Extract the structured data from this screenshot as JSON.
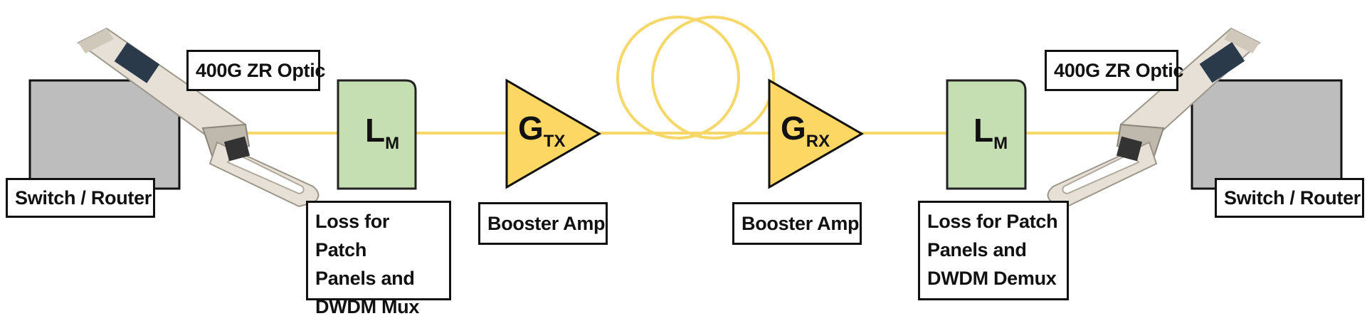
{
  "colors": {
    "fiber": "#f6d86a",
    "amp_fill": "#fdd764",
    "loss_fill": "#c6dfb2",
    "loss_stroke": "#222222",
    "switch_fill": "#bdbdbd",
    "optic_body": "#e6e0d6",
    "outline": "#111111"
  },
  "left": {
    "optic_label": "400G ZR Optic",
    "switch_label": "Switch / Router",
    "loss_symbol": "L",
    "loss_subscript": "M",
    "loss_label": [
      "Loss for Patch",
      "Panels and",
      "DWDM Mux"
    ],
    "amp_symbol": "G",
    "amp_subscript": "TX",
    "amp_label": "Booster Amp"
  },
  "right": {
    "optic_label": "400G ZR Optic",
    "switch_label": "Switch / Router",
    "loss_symbol": "L",
    "loss_subscript": "M",
    "loss_label": [
      "Loss for Patch",
      "Panels and",
      "DWDM Demux"
    ],
    "amp_symbol": "G",
    "amp_subscript": "RX",
    "amp_label": "Booster Amp"
  },
  "icons": {
    "fiber_coil": "fiber-coil-icon",
    "optic_module": "qsfp-optic-module-icon",
    "switch_router": "switch-router-icon"
  }
}
